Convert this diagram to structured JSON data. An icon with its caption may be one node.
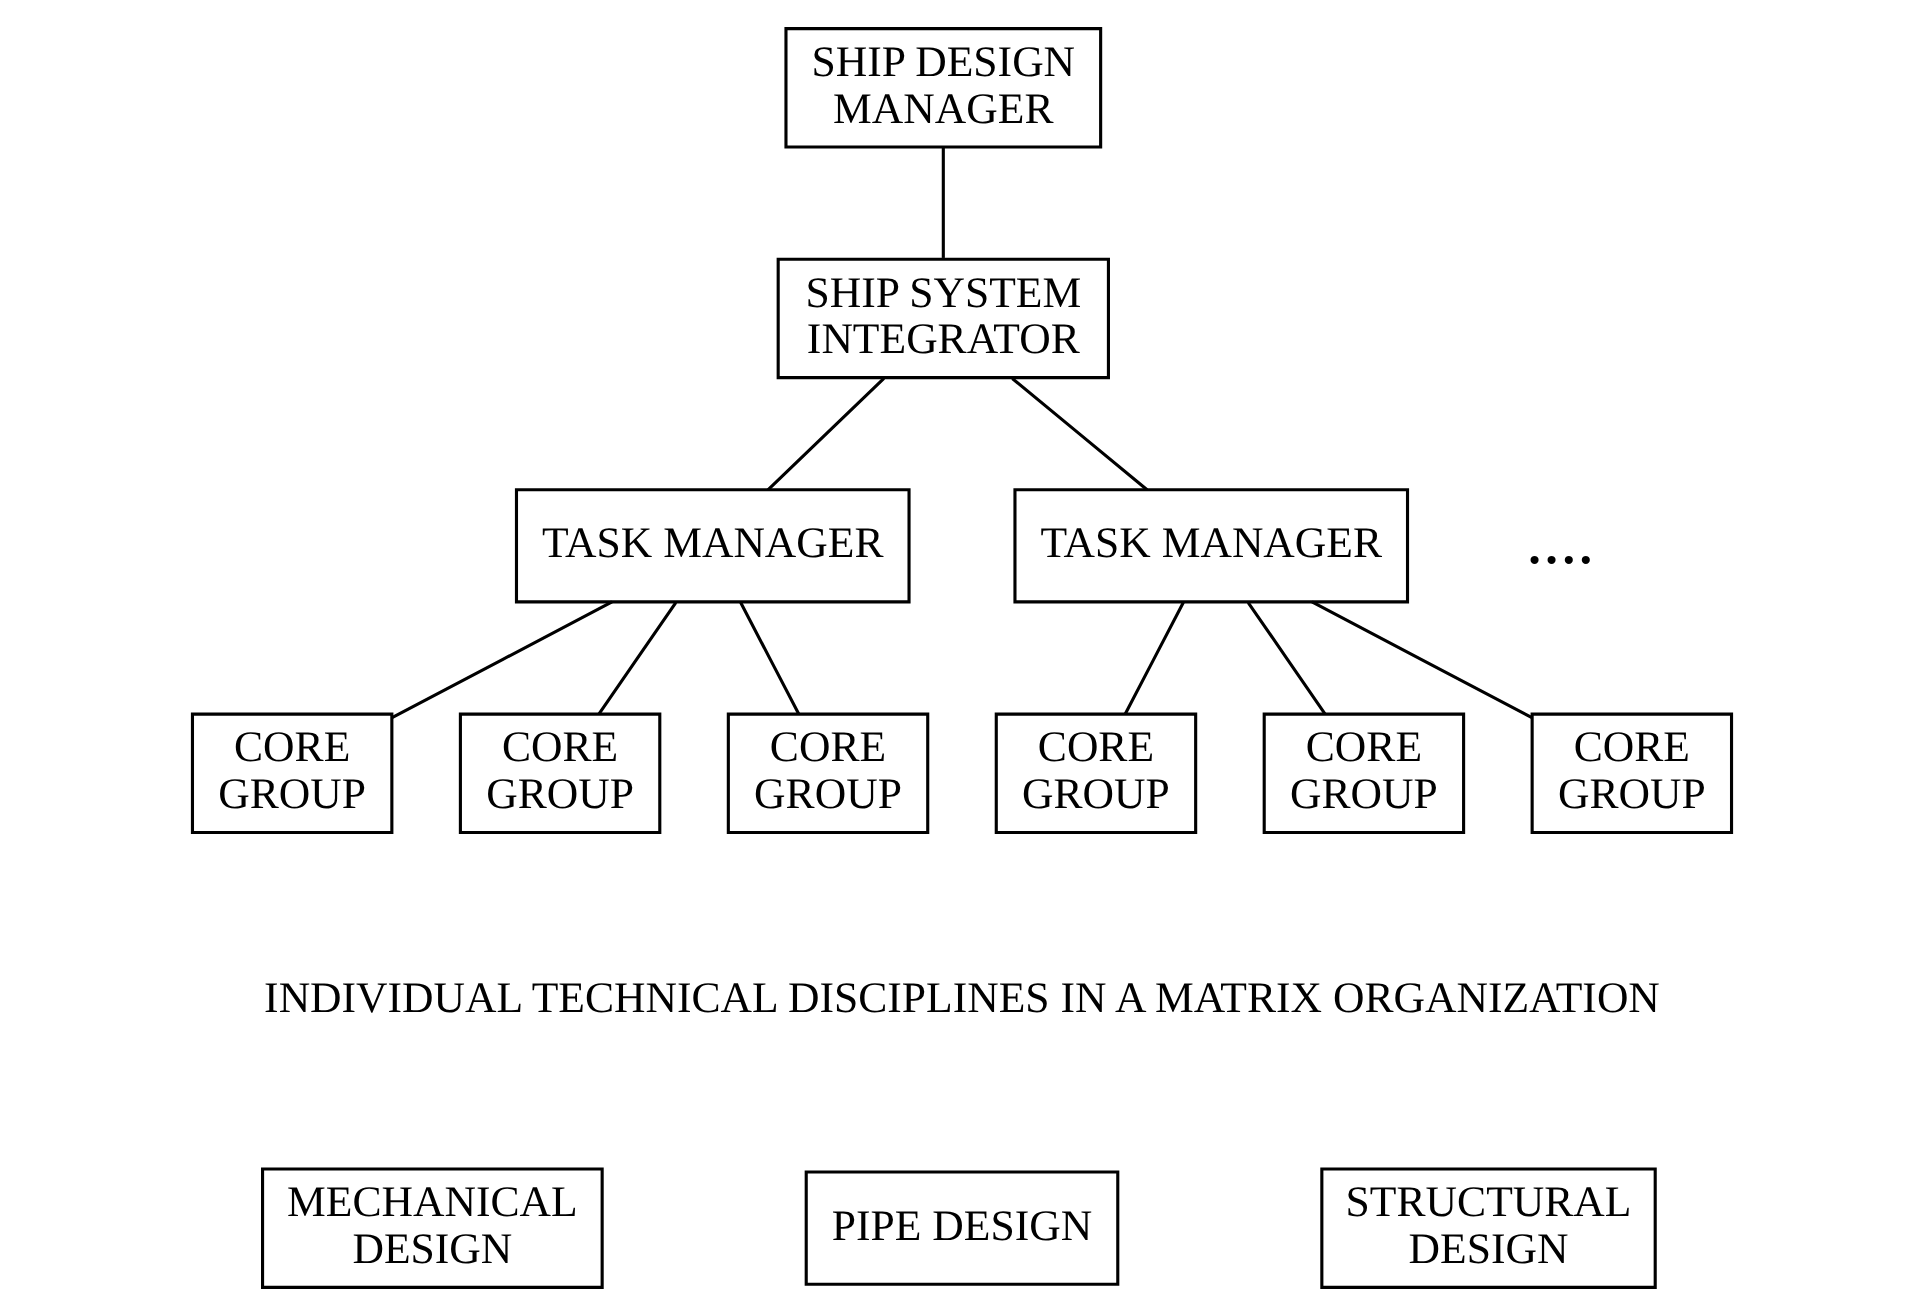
{
  "diagram": {
    "nodes": [
      {
        "text": [
          "SHIP DESIGN MANAGER"
        ]
      },
      {
        "text": [
          "SHIP SYSTEM INTEGRATOR"
        ]
      },
      {
        "text": [
          "TASK MANAGER"
        ]
      },
      {
        "text": [
          "TASK MANAGER"
        ]
      },
      {
        "text": [
          "CORE GROUP"
        ]
      },
      {
        "text": [
          "CORE GROUP"
        ]
      },
      {
        "text": [
          "CORE GROUP"
        ]
      },
      {
        "text": [
          "CORE GROUP"
        ]
      },
      {
        "text": [
          "CORE GROUP"
        ]
      },
      {
        "text": [
          "CORE GROUP"
        ]
      },
      {
        "text": [
          "MECHANICAL DESIGN"
        ]
      },
      {
        "text": [
          "PIPE DESIGN"
        ]
      },
      {
        "text": [
          "STRUCTURAL DESIGN"
        ]
      }
    ],
    "edges": [
      {
        "from": 0,
        "to": 1,
        "arrow": "none"
      },
      {
        "from": 1,
        "to": 2,
        "arrow": "none"
      },
      {
        "from": 1,
        "to": 3,
        "arrow": "none"
      },
      {
        "from": 2,
        "to": 4,
        "arrow": "none"
      },
      {
        "from": 2,
        "to": 5,
        "arrow": "none"
      },
      {
        "from": 2,
        "to": 6,
        "arrow": "none"
      },
      {
        "from": 3,
        "to": 7,
        "arrow": "none"
      },
      {
        "from": 3,
        "to": 8,
        "arrow": "none"
      },
      {
        "from": 3,
        "to": 9,
        "arrow": "none"
      }
    ],
    "labels": [
      "....",
      "INDIVIDUAL TECHNICAL DISCIPLINES IN A MATRIX ORGANIZATION"
    ]
  }
}
